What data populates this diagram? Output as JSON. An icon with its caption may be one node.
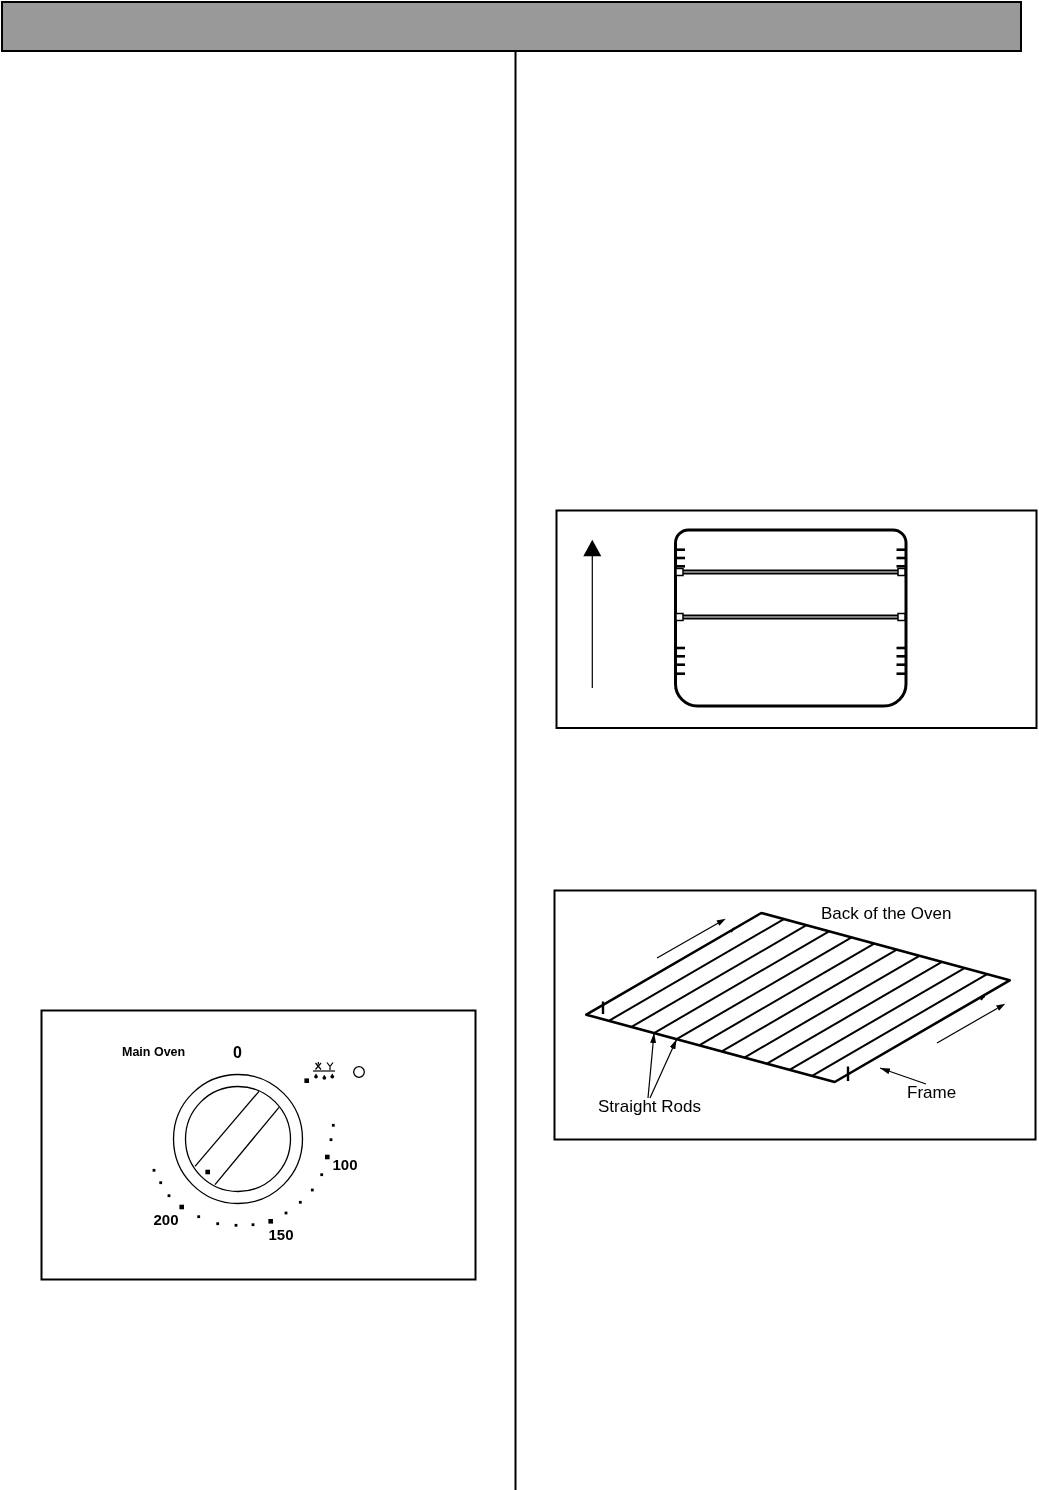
{
  "diagram": {
    "nodes": [
      {
        "text": [
          "Straight Rods"
        ]
      },
      {
        "text": [],
        "shape": "bar"
      },
      {
        "text": [],
        "shape": "bar"
      },
      {
        "text": [
          "Frame"
        ]
      }
    ],
    "edges": [
      {
        "from": 0,
        "to": 1,
        "arrow": "to"
      },
      {
        "from": 0,
        "to": 2,
        "arrow": "to"
      },
      {
        "from": 3,
        "to": null,
        "arrow": "to"
      }
    ],
    "labels": [
      "Main Oven",
      "0",
      "100",
      "200",
      "150",
      "Back of the Oven"
    ]
  }
}
